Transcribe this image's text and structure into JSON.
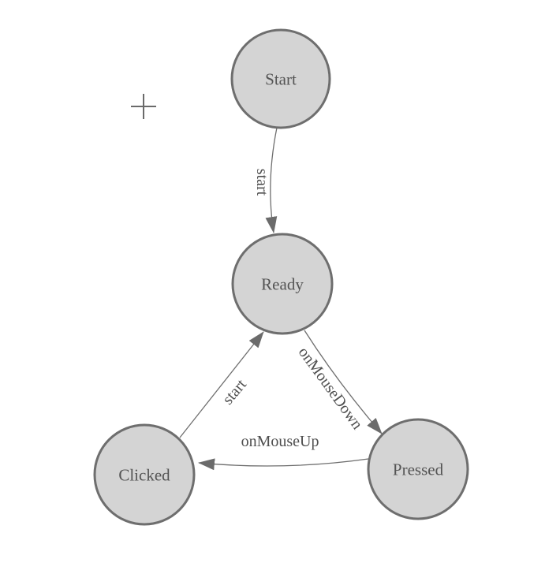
{
  "palette": {
    "background": "#ffffff",
    "node_fill": "#d4d4d4",
    "node_stroke": "#6e6e6e",
    "edge_color": "#6e6e6e",
    "arrow_color": "#6b6b6b",
    "text_color": "#545454"
  },
  "icons": {
    "crosshair": "plus-crosshair",
    "arrowhead": "solid-triangle"
  },
  "diagram": {
    "type": "state-diagram",
    "nodes": [
      {
        "id": "start",
        "label": "Start"
      },
      {
        "id": "ready",
        "label": "Ready"
      },
      {
        "id": "clicked",
        "label": "Clicked"
      },
      {
        "id": "pressed",
        "label": "Pressed"
      }
    ],
    "edges": [
      {
        "from": "Start",
        "to": "Ready",
        "label": "start"
      },
      {
        "from": "Ready",
        "to": "Pressed",
        "label": "onMouseDown"
      },
      {
        "from": "Pressed",
        "to": "Clicked",
        "label": "onMouseUp"
      },
      {
        "from": "Clicked",
        "to": "Ready",
        "label": "start"
      }
    ]
  }
}
